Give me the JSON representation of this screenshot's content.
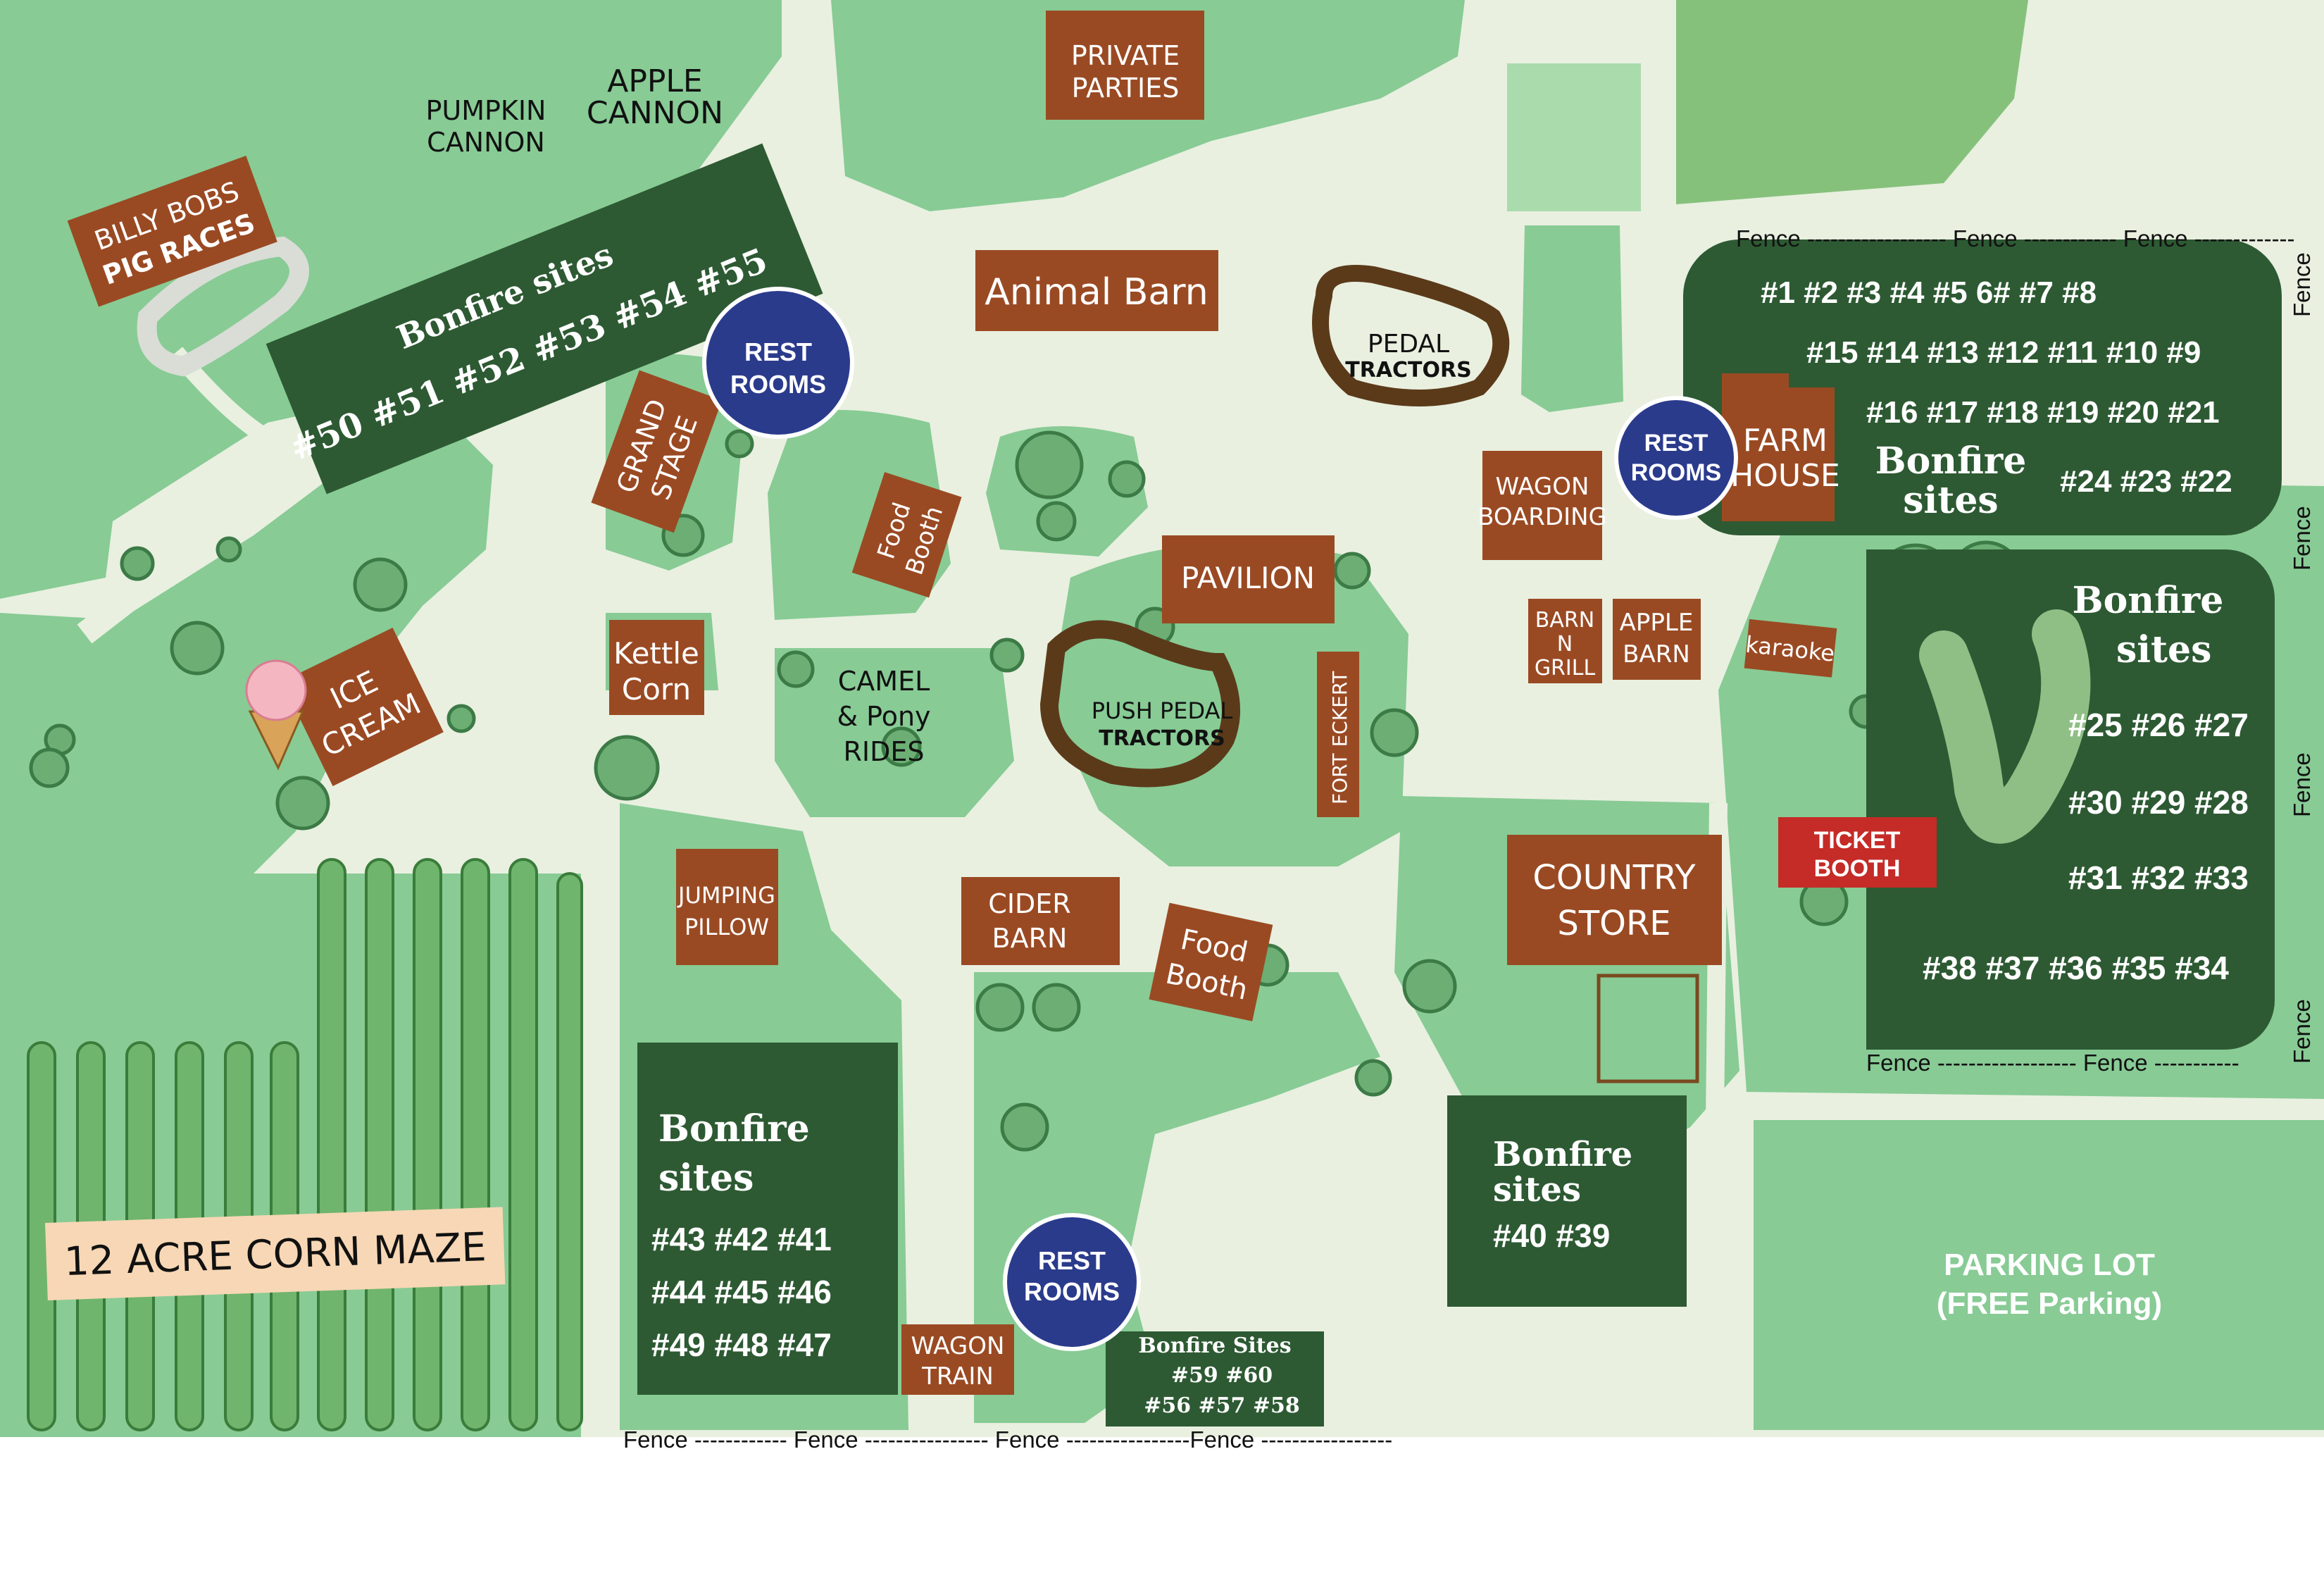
{
  "colors": {
    "grass_light": "#e9f0e0",
    "grass": "#88cb95",
    "grass_dark": "#2d5a33",
    "brown": "#9a4a23",
    "restroom_blue": "#2b3b8c",
    "ticket_red": "#c52b27",
    "corn_green": "#6fb56d",
    "maze_sign": "#f7d7b5"
  },
  "attractions": {
    "billy_bobs": "BILLY BOBS",
    "pig_races": "PIG RACES",
    "pumpkin_1": "PUMPKIN",
    "pumpkin_2": "CANNON",
    "apple_1": "APPLE",
    "apple_2": "CANNON",
    "private_1": "PRIVATE",
    "private_2": "PARTIES",
    "animal_barn": "Animal Barn",
    "pedal_1": "PEDAL",
    "pedal_2": "TRACTORS",
    "farm_1": "FARM",
    "farm_2": "HOUSE",
    "grand_1": "GRAND",
    "grand_2": "STAGE",
    "food_booth_1": "Food",
    "food_booth_2": "Booth",
    "wagon_boarding_1": "WAGON",
    "wagon_boarding_2": "BOARDING",
    "pavilion": "PAVILION",
    "ice_1": "ICE",
    "ice_2": "CREAM",
    "kettle_1": "Kettle",
    "kettle_2": "Corn",
    "camel_1": "CAMEL",
    "camel_2": "& Pony",
    "camel_3": "RIDES",
    "push_1": "PUSH PEDAL",
    "push_2": "TRACTORS",
    "fort": "FORT ECKERT",
    "barn_1": "BARN",
    "barn_2": "N",
    "barn_3": "GRILL",
    "apple_barn_1": "APPLE",
    "apple_barn_2": "BARN",
    "karaoke": "karaoke",
    "jumping_1": "JUMPING",
    "jumping_2": "PILLOW",
    "cider_1": "CIDER",
    "cider_2": "BARN",
    "food2_1": "Food",
    "food2_2": "Booth",
    "country_1": "COUNTRY",
    "country_2": "STORE",
    "wagon_train_1": "WAGON",
    "wagon_train_2": "TRAIN",
    "ticket_1": "TICKET",
    "ticket_2": "BOOTH",
    "corn_maze": "12 ACRE CORN MAZE"
  },
  "restrooms": {
    "line_1": "REST",
    "line_2": "ROOMS"
  },
  "bonfire": {
    "title_1": "Bonfire",
    "title_2": "sites",
    "nw": "Bonfire sites",
    "nw_row_1": "#50  #51  #52 #53  #54  #55",
    "ne_row_1": "#1    #2    #3    #4    #5    6#   #7   #8",
    "ne_row_2": "#15 #14 #13 #12 #11 #10  #9",
    "ne_row_3": "#16 #17 #18 #19 #20 #21",
    "ne_row_4": "#24 #23 #22",
    "e_row_1": "#25 #26 #27",
    "e_row_2": "#30 #29 #28",
    "e_row_3": "#31 #32 #33",
    "e_row_4": "#38 #37 #36 #35 #34",
    "sw_row_1": "#43  #42  #41",
    "sw_row_2": "#44  #45  #46",
    "sw_row_3": "#49  #48  #47",
    "mid_row_1": "#40  #39",
    "small_title": "Bonfire Sites",
    "small_row_1": "#59  #60",
    "small_row_2": "#56 #57 #58"
  },
  "parking": {
    "title": "PARKING LOT",
    "subtitle": "(FREE Parking)"
  },
  "fences": {
    "top": "Fence ------------------ Fence ------------ Fence -------------",
    "bottom_e": "Fence ------------------ Fence -----------",
    "bottom": "Fence ------------ Fence ---------------- Fence ----------------Fence -----------------",
    "side": "Fence"
  }
}
